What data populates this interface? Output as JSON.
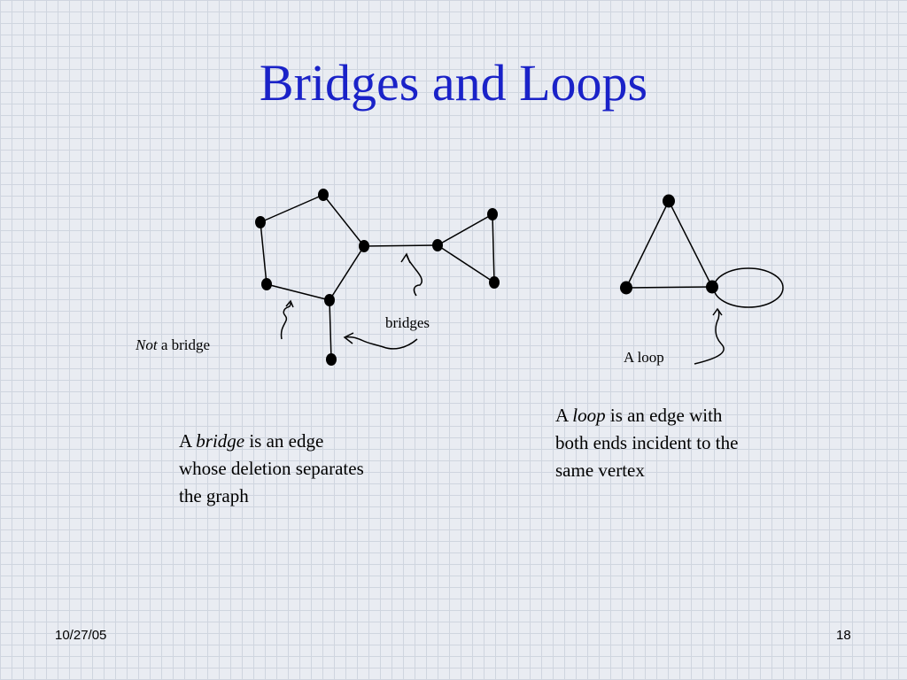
{
  "title": "Bridges and Loops",
  "labels": {
    "not_bridge_italic": "Not",
    "not_bridge_rest": " a bridge",
    "bridges": "bridges",
    "a_loop": "A loop"
  },
  "bridge_definition": {
    "prefix": "A ",
    "term": "bridge",
    "line1_rest": " is an edge",
    "line2": "whose deletion separates",
    "line3": "the graph"
  },
  "loop_definition": {
    "prefix": "A ",
    "term": "loop",
    "line1_rest": " is an edge with",
    "line2": "both ends incident to the",
    "line3": "same vertex"
  },
  "footer": {
    "date": "10/27/05",
    "page": "18"
  }
}
